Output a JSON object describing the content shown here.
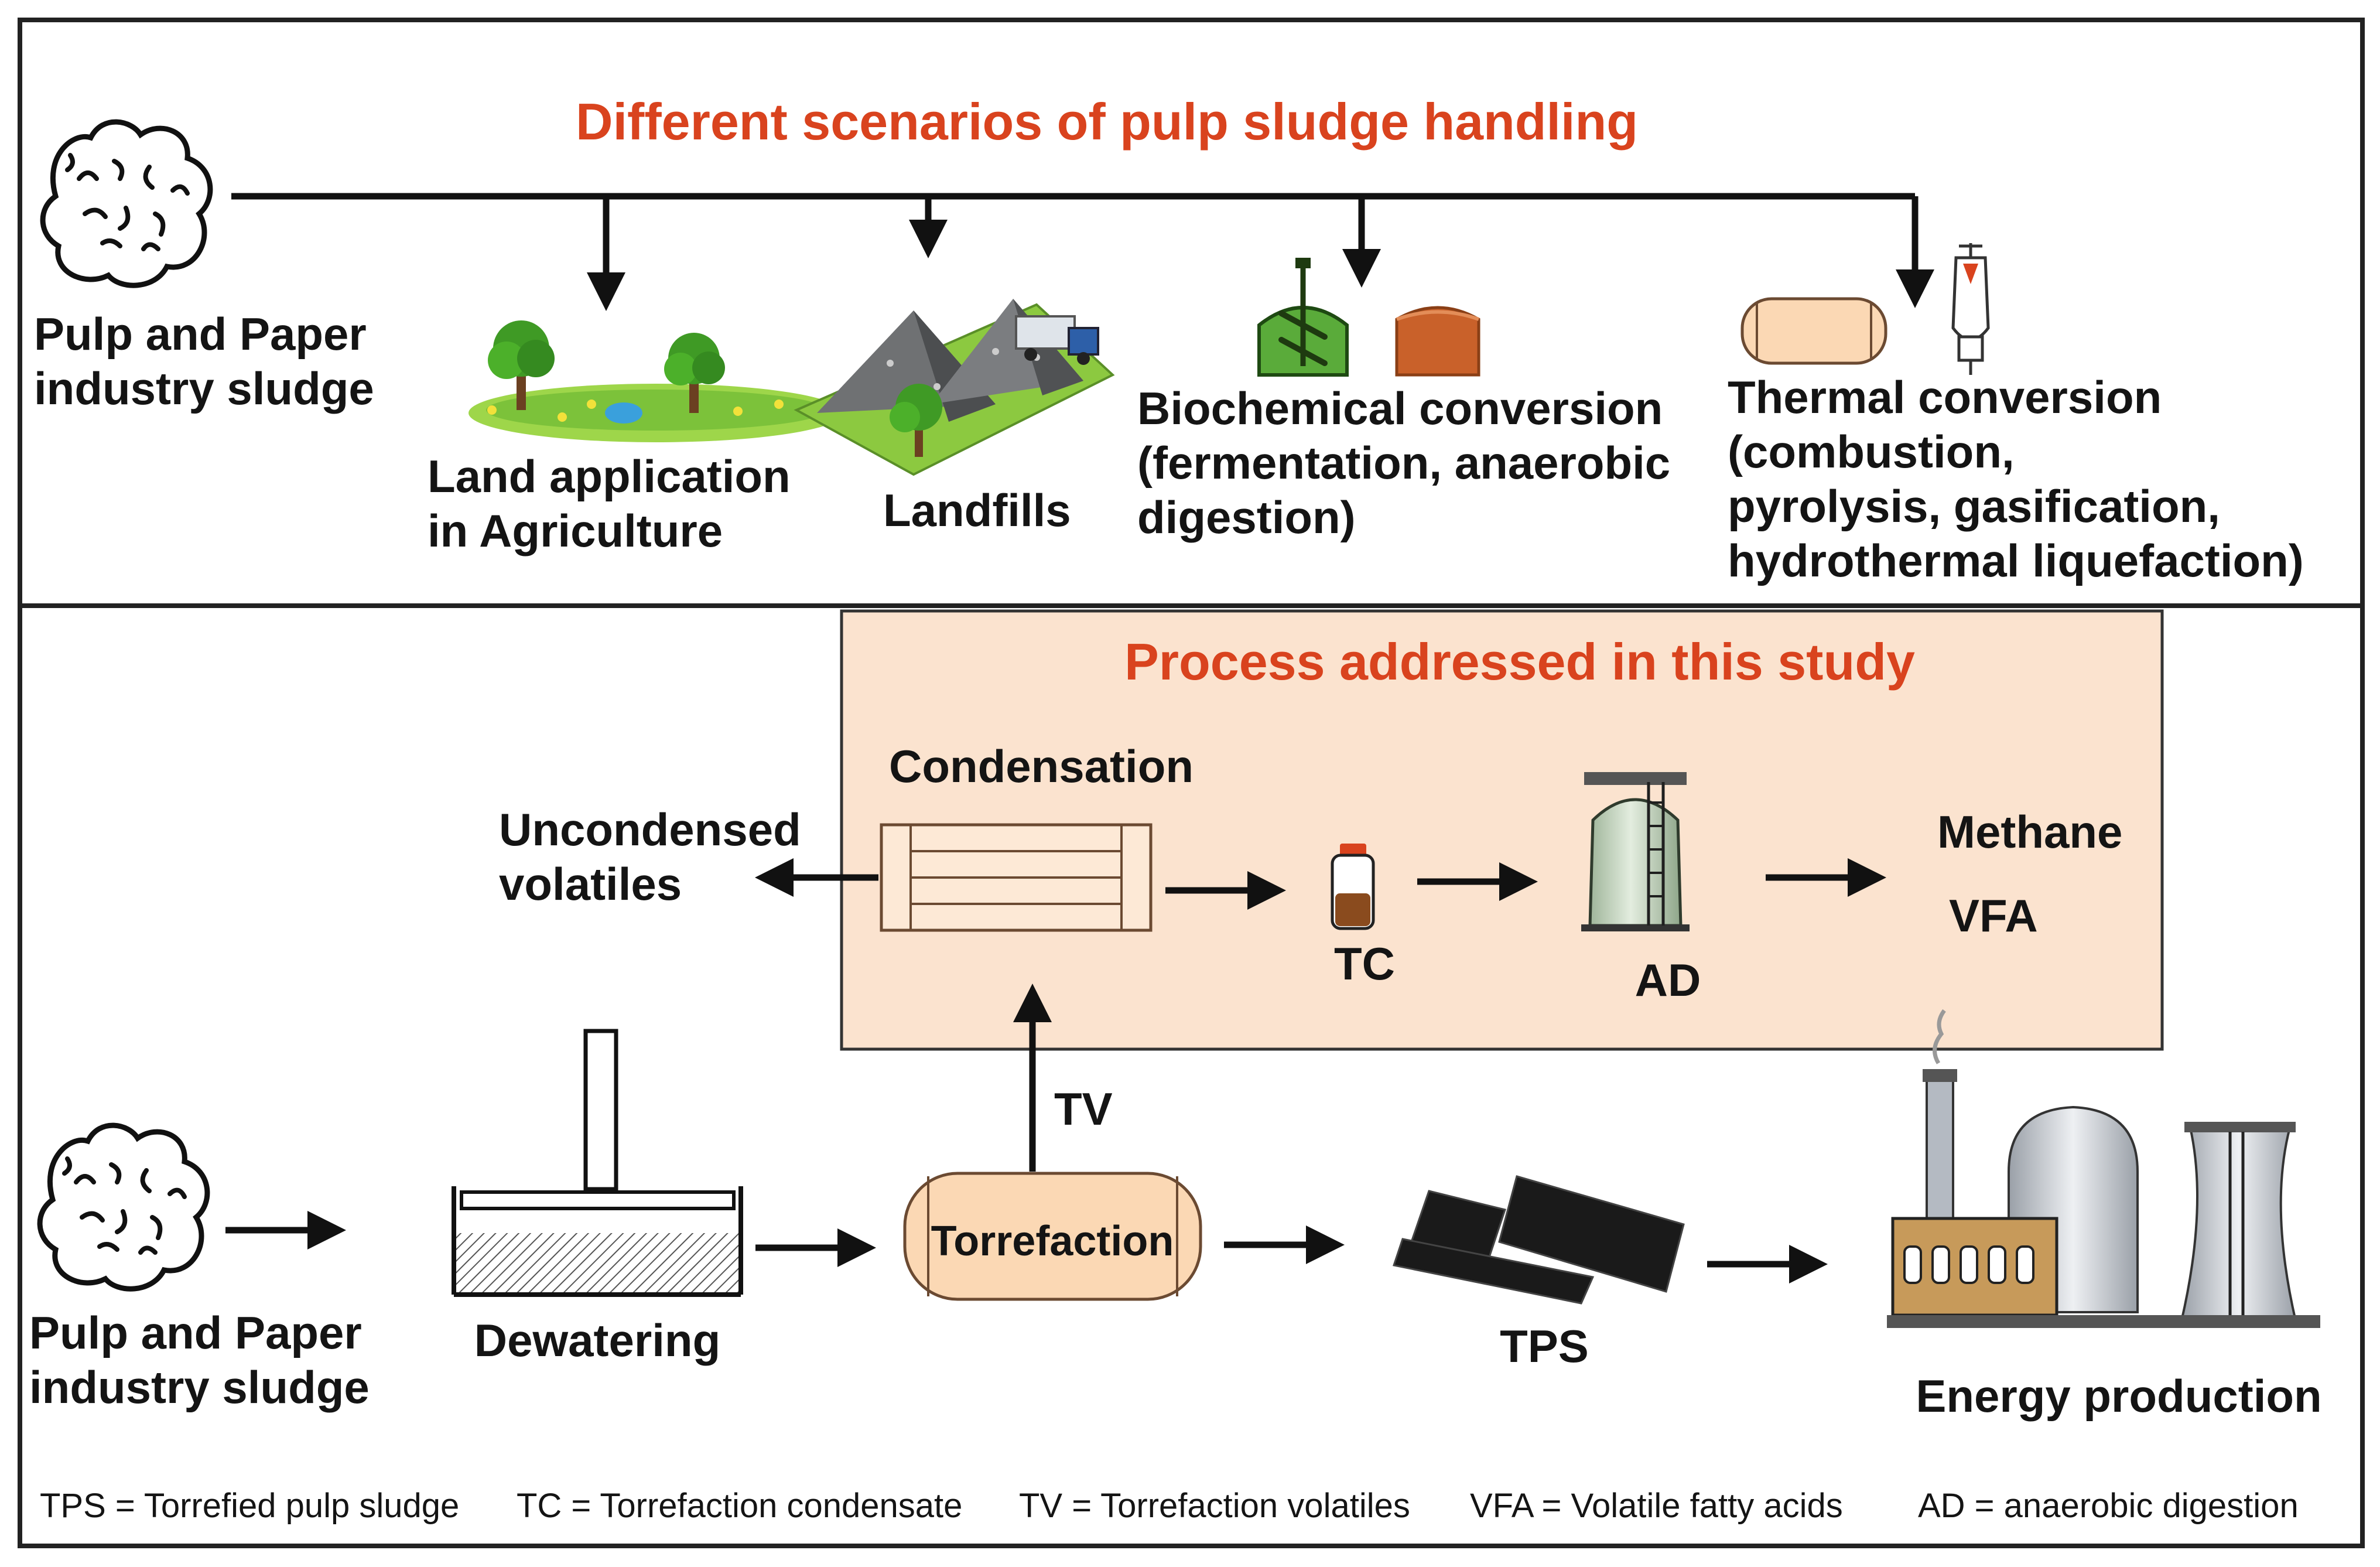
{
  "top_panel": {
    "title": "Different scenarios of pulp sludge handling",
    "source_label": [
      "Pulp and Paper",
      "industry sludge"
    ],
    "scenarios": [
      {
        "id": "land",
        "lines": [
          "Land application",
          "in Agriculture"
        ]
      },
      {
        "id": "landfills",
        "lines": [
          "Landfills"
        ]
      },
      {
        "id": "biochemical",
        "lines": [
          "Biochemical conversion",
          "(fermentation, anaerobic",
          "digestion)"
        ]
      },
      {
        "id": "thermal",
        "lines": [
          "Thermal conversion",
          "(combustion,",
          "pyrolysis, gasification,",
          "hydrothermal liquefaction)"
        ]
      }
    ]
  },
  "bottom_panel": {
    "study_box_title": "Process addressed in this study",
    "condensation": "Condensation",
    "uncondensed": [
      "Uncondensed",
      "volatiles"
    ],
    "tc": "TC",
    "ad": "AD",
    "products": [
      "Methane",
      "VFA"
    ],
    "tv": "TV",
    "source_label": [
      "Pulp and Paper",
      "industry sludge"
    ],
    "dewatering": "Dewatering",
    "torrefaction": "Torrefaction",
    "tps": "TPS",
    "energy": "Energy production"
  },
  "footnote": [
    "TPS = Torrefied pulp sludge",
    "TC = Torrefaction condensate",
    "TV = Torrefaction volatiles",
    "VFA = Volatile fatty acids",
    "AD = anaerobic digestion"
  ],
  "colors": {
    "title": "#d9431e",
    "study_box_fill": "#fbe3cf",
    "torrefaction_fill": "#fbd8b4",
    "tree_green": "#4ca82b",
    "digester_green": "#5aab3a",
    "tank_brown": "#c9612a",
    "ad_tank": "#c5d6c0"
  }
}
